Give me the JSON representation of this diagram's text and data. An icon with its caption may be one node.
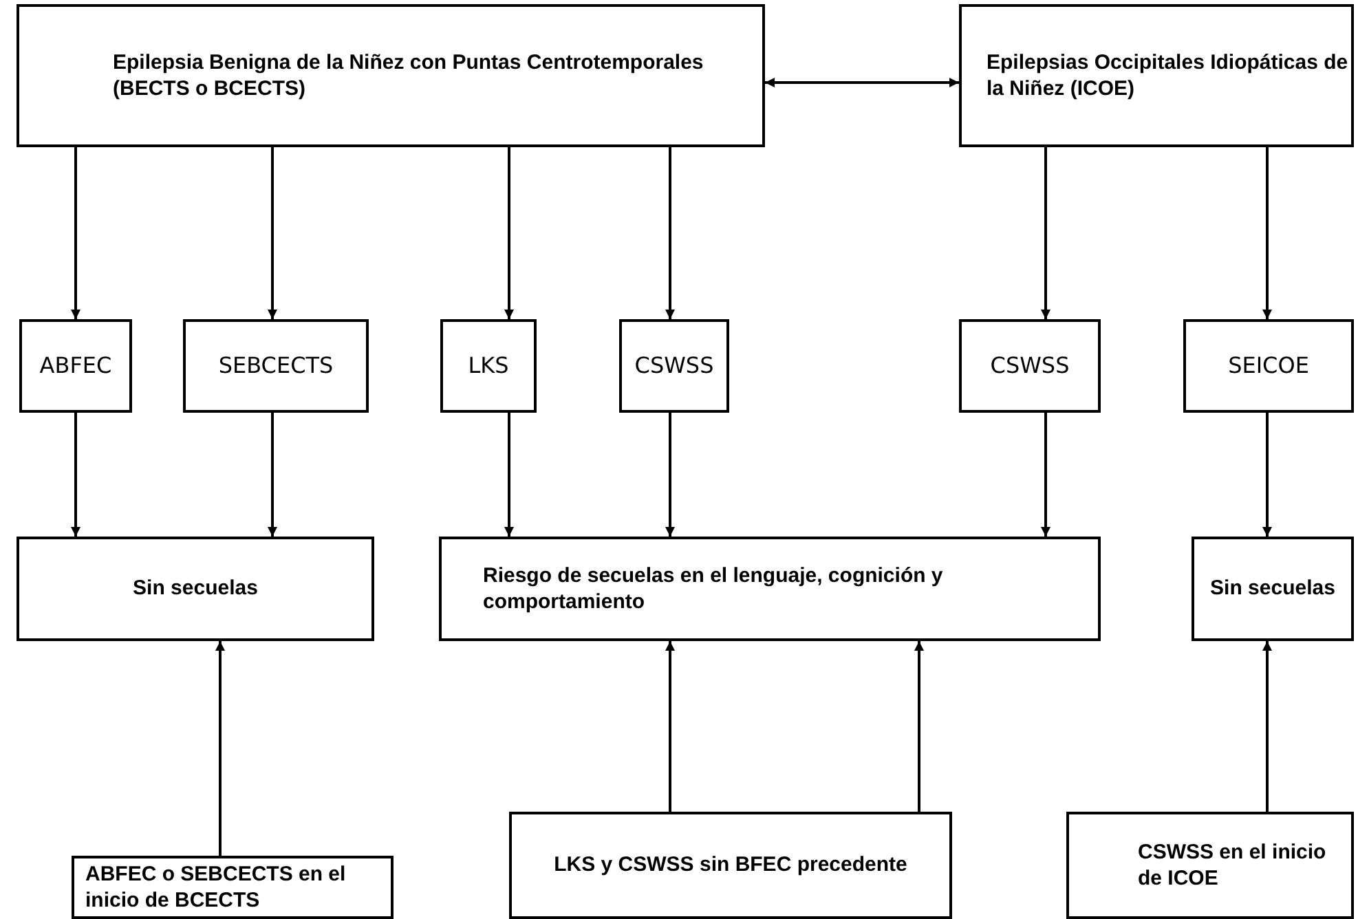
{
  "diagram": {
    "nodes": [
      {
        "text": [
          "Epilepsia Benigna de la Niñez con Puntas Centrotemporales (BECTS o BCECTS)"
        ]
      },
      {
        "text": [
          "Epilepsias Occipitales Idiopáticas de la Niñez (ICOE)"
        ]
      },
      {
        "text": [
          "ABFEC"
        ]
      },
      {
        "text": [
          "SEBCECTS"
        ]
      },
      {
        "text": [
          "LKS"
        ]
      },
      {
        "text": [
          "CSWSS"
        ]
      },
      {
        "text": [
          "CSWSS"
        ]
      },
      {
        "text": [
          "SEICOE"
        ]
      },
      {
        "text": [
          "Sin secuelas"
        ]
      },
      {
        "text": [
          "Riesgo de secuelas en el lenguaje, cognición y comportamiento"
        ]
      },
      {
        "text": [
          "Sin secuelas"
        ]
      },
      {
        "text": [
          "ABFEC o SEBCECTS en el inicio de BCECTS"
        ]
      },
      {
        "text": [
          "LKS y CSWSS sin BFEC precedente"
        ]
      },
      {
        "text": [
          "CSWSS en el inicio de ICOE"
        ]
      }
    ],
    "edges": [
      {
        "from": 0,
        "to": 1,
        "arrow": "both"
      },
      {
        "from": 0,
        "to": 2,
        "arrow": "to"
      },
      {
        "from": 0,
        "to": 3,
        "arrow": "to"
      },
      {
        "from": 0,
        "to": 4,
        "arrow": "to"
      },
      {
        "from": 0,
        "to": 5,
        "arrow": "to"
      },
      {
        "from": 1,
        "to": 6,
        "arrow": "to"
      },
      {
        "from": 1,
        "to": 7,
        "arrow": "to"
      },
      {
        "from": 2,
        "to": 8,
        "arrow": "to"
      },
      {
        "from": 3,
        "to": 8,
        "arrow": "to"
      },
      {
        "from": 4,
        "to": 9,
        "arrow": "to"
      },
      {
        "from": 5,
        "to": 9,
        "arrow": "to"
      },
      {
        "from": 6,
        "to": 9,
        "arrow": "to"
      },
      {
        "from": 7,
        "to": 10,
        "arrow": "to"
      },
      {
        "from": 11,
        "to": 8,
        "arrow": "to"
      },
      {
        "from": 12,
        "to": 9,
        "arrow": "to"
      },
      {
        "from": 12,
        "to": 9,
        "arrow": "to"
      },
      {
        "from": 13,
        "to": 10,
        "arrow": "to"
      }
    ]
  }
}
